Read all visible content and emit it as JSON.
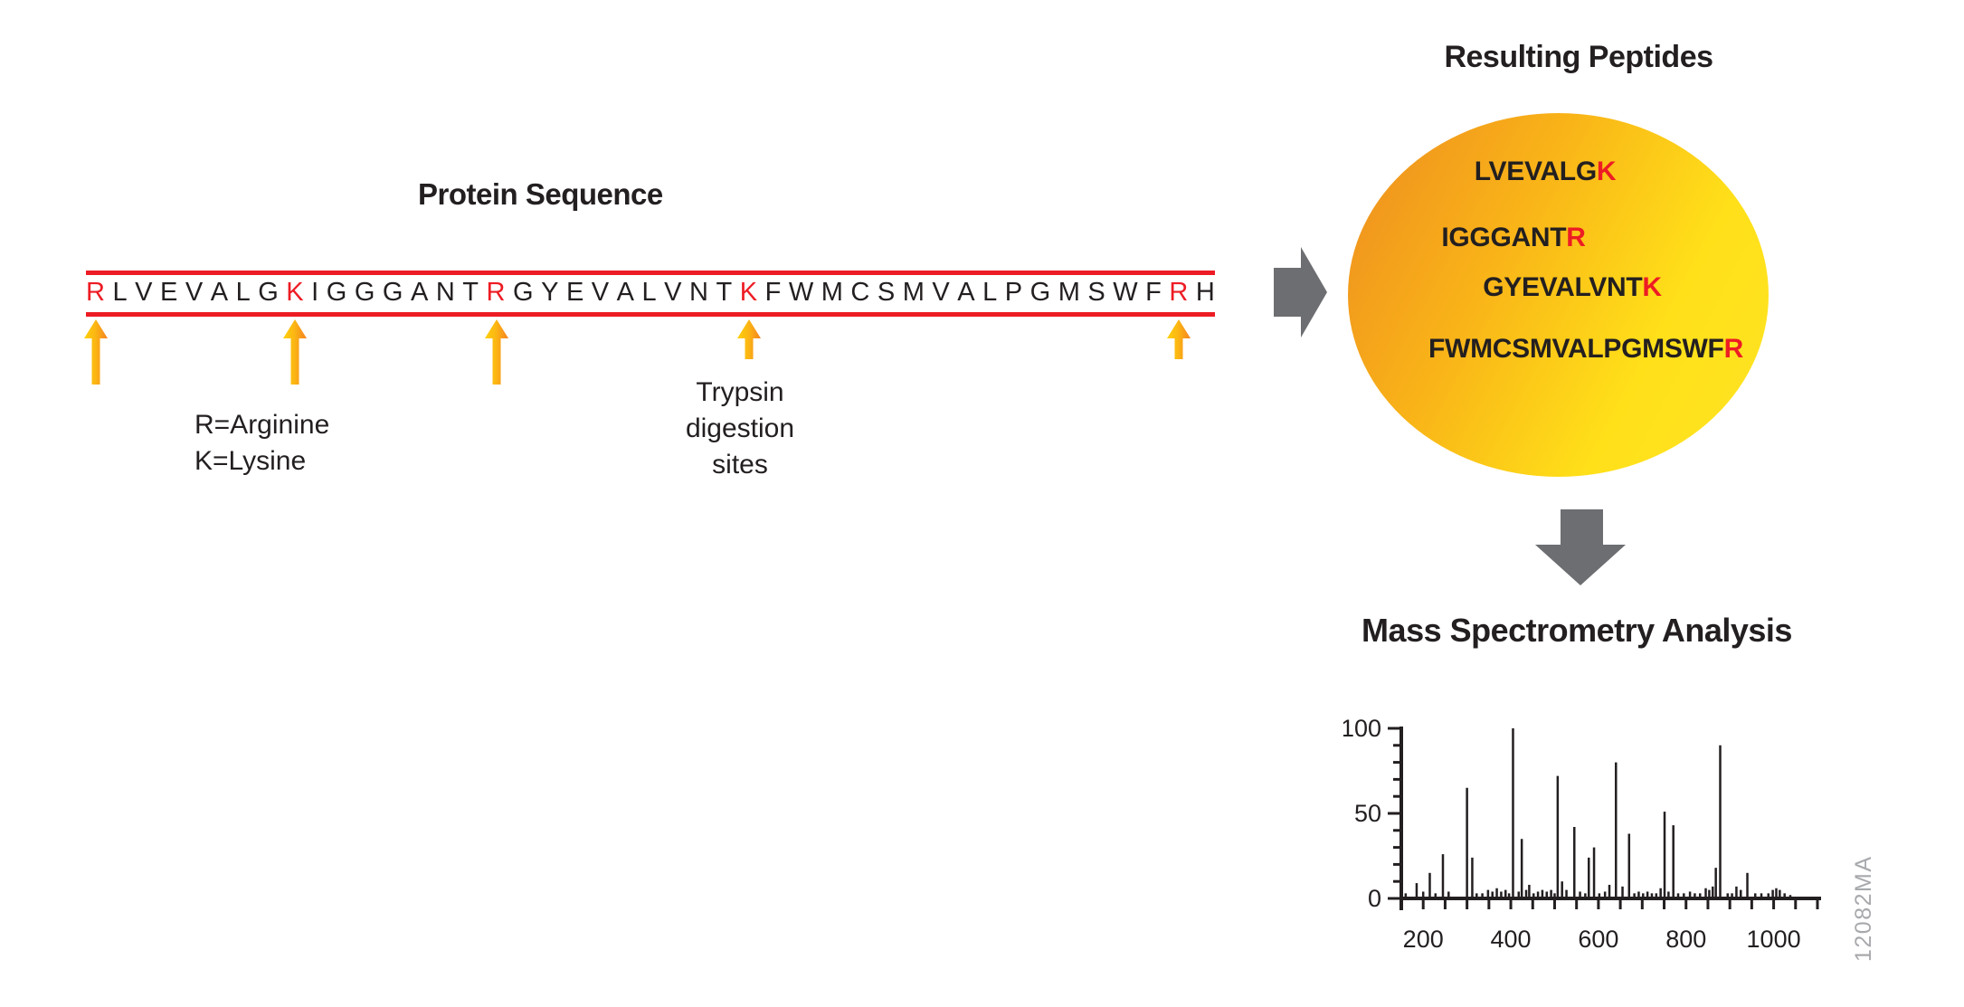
{
  "figure": {
    "protein_section": {
      "title": "Protein Sequence",
      "sequence": "RLVEVALGKIGGGANTRGYEVALVNTKFWMCSMVALPGMSWFRH",
      "red_residue_indices": [
        0,
        8,
        16,
        26,
        42
      ],
      "legend_lines": [
        "R=Arginine",
        "K=Lysine"
      ],
      "digestion_label_lines": [
        "Trypsin",
        "digestion",
        "sites"
      ]
    },
    "peptides_section": {
      "title": "Resulting Peptides",
      "peptides": [
        "LVEVALGK",
        "IGGGANTR",
        "GYEVALVNTK",
        "FWMCSMVALPGMSWFR"
      ],
      "last_residue_red": true
    },
    "ms_section": {
      "title": "Mass Spectrometry Analysis"
    },
    "watermark": "12082MA",
    "colors": {
      "red": "#ED1C24",
      "text": "#231F20",
      "gray_arrow": "#6D6E71",
      "circle_orange": "#EF921F",
      "circle_yellow": "#FFE019",
      "trypsin_arrow_yellow": "#FFD10A",
      "trypsin_arrow_orange": "#F58220",
      "watermark_gray": "#A7A9AC"
    }
  },
  "chart_data": {
    "type": "bar",
    "style": "mass-spectrum-stick-plot",
    "title": "Mass Spectrometry Analysis",
    "xlabel": "",
    "ylabel": "",
    "xlim": [
      150,
      1100
    ],
    "ylim": [
      0,
      100
    ],
    "xticks": [
      200,
      400,
      600,
      800,
      1000
    ],
    "yticks": [
      0,
      50,
      100
    ],
    "minor_xtick_step": 50,
    "minor_ytick_step": 10,
    "grid": false,
    "legend_position": "none",
    "peaks": [
      [
        160,
        3
      ],
      [
        185,
        9
      ],
      [
        200,
        4
      ],
      [
        215,
        15
      ],
      [
        228,
        3
      ],
      [
        245,
        26
      ],
      [
        258,
        4
      ],
      [
        300,
        65
      ],
      [
        312,
        24
      ],
      [
        322,
        3
      ],
      [
        335,
        3
      ],
      [
        348,
        5
      ],
      [
        358,
        4
      ],
      [
        368,
        6
      ],
      [
        378,
        4
      ],
      [
        388,
        5
      ],
      [
        396,
        3
      ],
      [
        405,
        100
      ],
      [
        418,
        4
      ],
      [
        425,
        35
      ],
      [
        435,
        5
      ],
      [
        442,
        8
      ],
      [
        452,
        3
      ],
      [
        462,
        4
      ],
      [
        472,
        5
      ],
      [
        482,
        4
      ],
      [
        492,
        5
      ],
      [
        500,
        3
      ],
      [
        507,
        72
      ],
      [
        517,
        10
      ],
      [
        527,
        5
      ],
      [
        545,
        42
      ],
      [
        558,
        4
      ],
      [
        570,
        3
      ],
      [
        578,
        24
      ],
      [
        590,
        30
      ],
      [
        602,
        3
      ],
      [
        615,
        4
      ],
      [
        625,
        8
      ],
      [
        640,
        80
      ],
      [
        655,
        7
      ],
      [
        670,
        38
      ],
      [
        682,
        3
      ],
      [
        692,
        4
      ],
      [
        702,
        3
      ],
      [
        712,
        4
      ],
      [
        722,
        3
      ],
      [
        732,
        3
      ],
      [
        742,
        6
      ],
      [
        751,
        51
      ],
      [
        760,
        4
      ],
      [
        771,
        43
      ],
      [
        782,
        3
      ],
      [
        795,
        3
      ],
      [
        809,
        4
      ],
      [
        820,
        3
      ],
      [
        832,
        3
      ],
      [
        845,
        6
      ],
      [
        853,
        5
      ],
      [
        861,
        7
      ],
      [
        868,
        18
      ],
      [
        878,
        90
      ],
      [
        895,
        3
      ],
      [
        905,
        3
      ],
      [
        915,
        7
      ],
      [
        925,
        5
      ],
      [
        940,
        15
      ],
      [
        958,
        3
      ],
      [
        972,
        3
      ],
      [
        988,
        3
      ],
      [
        998,
        5
      ],
      [
        1006,
        6
      ],
      [
        1014,
        5
      ],
      [
        1025,
        3
      ],
      [
        1038,
        2
      ]
    ]
  }
}
